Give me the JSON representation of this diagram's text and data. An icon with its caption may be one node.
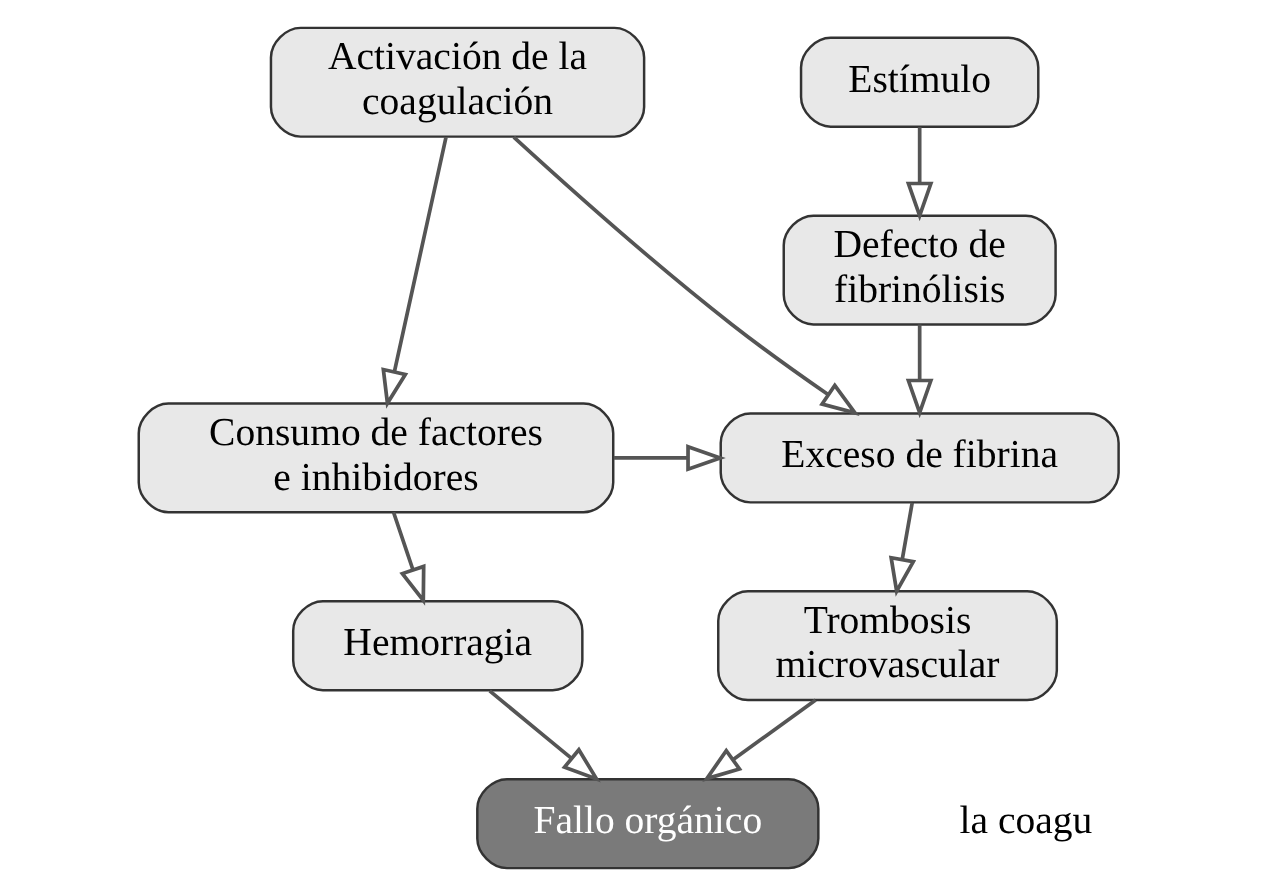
{
  "diagram": {
    "nodes": [
      {
        "text": [
          "Estímulo"
        ]
      },
      {
        "text": [
          "Defecto de fibrinólisis"
        ]
      },
      {
        "text": [
          "Activación de la coagulación"
        ]
      },
      {
        "text": [
          "Exceso de fibrina"
        ]
      },
      {
        "text": [
          "Consumo de factores e inhibidores"
        ]
      },
      {
        "text": [
          "Trombosis microvascular"
        ]
      },
      {
        "text": [
          "Hemorragia"
        ]
      },
      {
        "text": [
          "Fallo orgánico"
        ]
      }
    ],
    "edges": [
      {
        "from": 0,
        "to": 1,
        "arrow": "to"
      },
      {
        "from": 1,
        "to": 3,
        "arrow": "to"
      },
      {
        "from": 2,
        "to": 3,
        "arrow": "to"
      },
      {
        "from": 2,
        "to": 4,
        "arrow": "to"
      },
      {
        "from": 4,
        "to": 3,
        "arrow": "to"
      },
      {
        "from": 3,
        "to": 5,
        "arrow": "to"
      },
      {
        "from": 4,
        "to": 6,
        "arrow": "to"
      },
      {
        "from": 5,
        "to": 7,
        "arrow": "to"
      },
      {
        "from": 6,
        "to": 7,
        "arrow": "to"
      }
    ],
    "labels": [
      "la coagu"
    ]
  }
}
